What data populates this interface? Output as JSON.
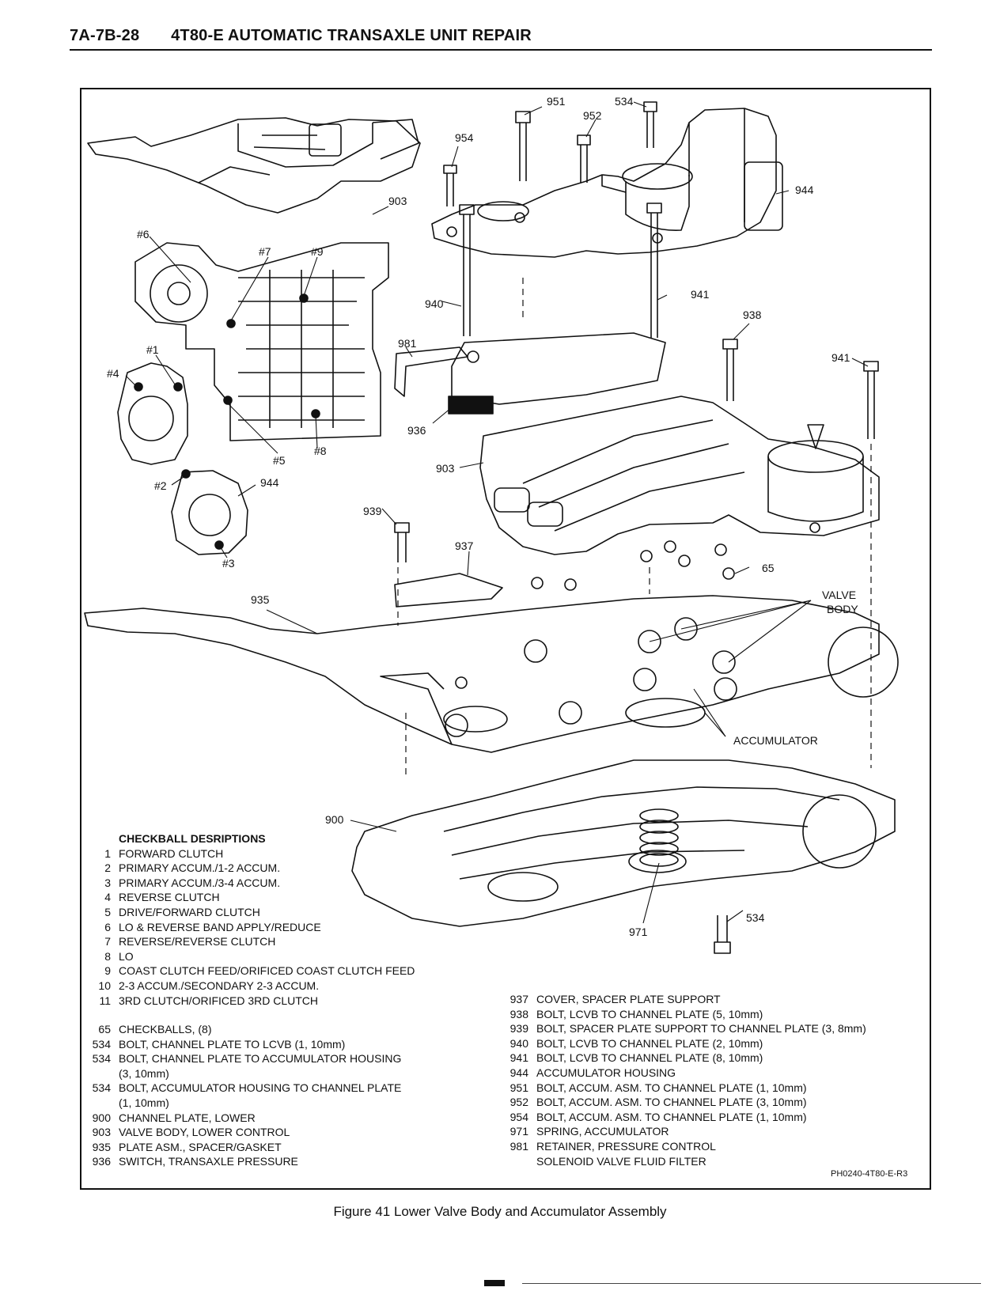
{
  "header": {
    "page": "7A-7B-28",
    "title": "4T80-E AUTOMATIC TRANSAXLE UNIT REPAIR"
  },
  "callouts": {
    "c951": "951",
    "c534a": "534",
    "c952": "952",
    "c954": "954",
    "c944a": "944",
    "c903a": "903",
    "c941a": "941",
    "c940": "940",
    "c938": "938",
    "c981": "981",
    "c941b": "941",
    "c936": "936",
    "c903b": "903",
    "c939": "939",
    "c937": "937",
    "c65": "65",
    "valve_body": "VALVE BODY",
    "c935": "935",
    "accumulator": "ACCUMULATOR",
    "c900": "900",
    "c971": "971",
    "c534b": "534",
    "c944b": "944",
    "h6": "#6",
    "h7": "#7",
    "h9": "#9",
    "h1": "#1",
    "h4": "#4",
    "h5": "#5",
    "h8": "#8",
    "h2": "#2",
    "h3": "#3"
  },
  "checkball": {
    "title": "CHECKBALL DESRIPTIONS",
    "items": [
      {
        "n": "1",
        "t": "FORWARD CLUTCH"
      },
      {
        "n": "2",
        "t": "PRIMARY ACCUM./1-2 ACCUM."
      },
      {
        "n": "3",
        "t": "PRIMARY ACCUM./3-4 ACCUM."
      },
      {
        "n": "4",
        "t": "REVERSE CLUTCH"
      },
      {
        "n": "5",
        "t": "DRIVE/FORWARD CLUTCH"
      },
      {
        "n": "6",
        "t": "LO & REVERSE BAND APPLY/REDUCE"
      },
      {
        "n": "7",
        "t": "REVERSE/REVERSE CLUTCH"
      },
      {
        "n": "8",
        "t": "LO"
      },
      {
        "n": "9",
        "t": "COAST CLUTCH FEED/ORIFICED COAST CLUTCH FEED"
      },
      {
        "n": "10",
        "t": "2-3 ACCUM./SECONDARY 2-3 ACCUM."
      },
      {
        "n": "11",
        "t": "3RD CLUTCH/ORIFICED 3RD CLUTCH"
      }
    ]
  },
  "parts_left": [
    {
      "n": "65",
      "t": "CHECKBALLS, (8)"
    },
    {
      "n": "534",
      "t": "BOLT, CHANNEL PLATE TO LCVB  (1, 10mm)"
    },
    {
      "n": "534",
      "t": "BOLT, CHANNEL PLATE TO ACCUMULATOR HOUSING",
      "cont": "(3, 10mm)"
    },
    {
      "n": "534",
      "t": "BOLT, ACCUMULATOR HOUSING TO CHANNEL PLATE",
      "cont": "(1, 10mm)"
    },
    {
      "n": "900",
      "t": "CHANNEL PLATE, LOWER"
    },
    {
      "n": "903",
      "t": "VALVE BODY, LOWER CONTROL"
    },
    {
      "n": "935",
      "t": "PLATE ASM., SPACER/GASKET"
    },
    {
      "n": "936",
      "t": "SWITCH, TRANSAXLE PRESSURE"
    }
  ],
  "parts_right": [
    {
      "n": "937",
      "t": "COVER, SPACER PLATE SUPPORT"
    },
    {
      "n": "938",
      "t": "BOLT, LCVB TO CHANNEL PLATE  (5, 10mm)"
    },
    {
      "n": "939",
      "t": "BOLT, SPACER PLATE SUPPORT TO CHANNEL PLATE (3, 8mm)"
    },
    {
      "n": "940",
      "t": "BOLT, LCVB TO CHANNEL PLATE (2, 10mm)"
    },
    {
      "n": "941",
      "t": "BOLT, LCVB TO CHANNEL PLATE (8, 10mm)"
    },
    {
      "n": "944",
      "t": "ACCUMULATOR HOUSING"
    },
    {
      "n": "951",
      "t": "BOLT, ACCUM. ASM. TO CHANNEL PLATE (1, 10mm)"
    },
    {
      "n": "952",
      "t": "BOLT, ACCUM. ASM. TO CHANNEL PLATE (3, 10mm)"
    },
    {
      "n": "954",
      "t": "BOLT, ACCUM. ASM. TO CHANNEL PLATE (1, 10mm)"
    },
    {
      "n": "971",
      "t": "SPRING, ACCUMULATOR"
    },
    {
      "n": "981",
      "t": "RETAINER, PRESSURE CONTROL",
      "cont": "SOLENOID VALVE FLUID FILTER"
    }
  ],
  "code": "PH0240-4T80-E-R3",
  "caption": "Figure 41 Lower Valve Body and Accumulator Assembly"
}
